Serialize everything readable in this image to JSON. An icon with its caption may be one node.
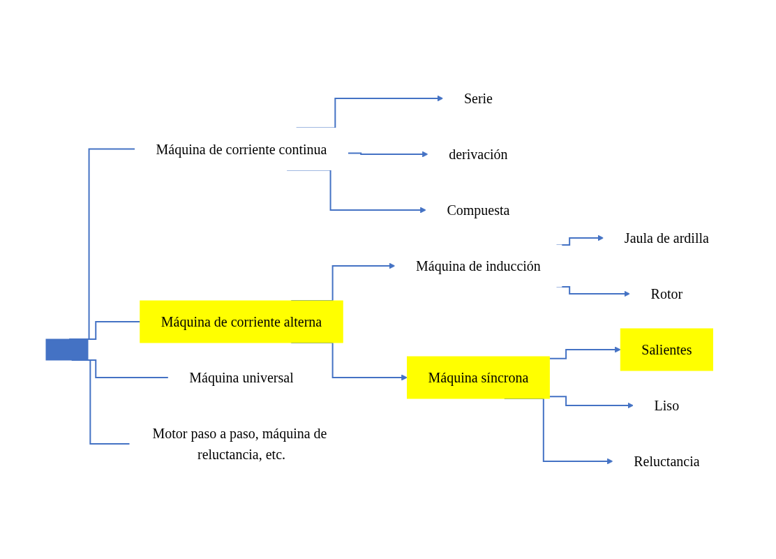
{
  "diagram": {
    "nodes": [
      {
        "text": [],
        "shape": "bar"
      },
      {
        "text": [
          "Máquina de corriente continua"
        ]
      },
      {
        "text": [
          "Serie"
        ]
      },
      {
        "text": [
          "derivación"
        ]
      },
      {
        "text": [
          "Compuesta"
        ]
      },
      {
        "text": [
          "Máquina de corriente alterna"
        ]
      },
      {
        "text": [
          "Máquina de inducción"
        ]
      },
      {
        "text": [
          "Jaula de ardilla"
        ]
      },
      {
        "text": [
          "Rotor"
        ]
      },
      {
        "text": [
          "Máquina síncrona"
        ]
      },
      {
        "text": [
          "Salientes"
        ]
      },
      {
        "text": [
          "Liso"
        ]
      },
      {
        "text": [
          "Reluctancia"
        ]
      },
      {
        "text": [
          "Máquina universal"
        ]
      },
      {
        "text": [
          "Motor paso a paso, máquina de reluctancia, etc."
        ]
      }
    ],
    "edges": [
      {
        "from": 0,
        "to": 1,
        "arrow": "none"
      },
      {
        "from": 1,
        "to": 2,
        "arrow": "to"
      },
      {
        "from": 1,
        "to": 3,
        "arrow": "to"
      },
      {
        "from": 1,
        "to": 4,
        "arrow": "to"
      },
      {
        "from": 0,
        "to": 5,
        "arrow": "none"
      },
      {
        "from": 5,
        "to": 6,
        "arrow": "to"
      },
      {
        "from": 6,
        "to": 7,
        "arrow": "to"
      },
      {
        "from": 6,
        "to": 8,
        "arrow": "to"
      },
      {
        "from": 5,
        "to": 9,
        "arrow": "to"
      },
      {
        "from": 9,
        "to": 10,
        "arrow": "to"
      },
      {
        "from": 9,
        "to": 11,
        "arrow": "to"
      },
      {
        "from": 9,
        "to": 12,
        "arrow": "to"
      },
      {
        "from": 0,
        "to": 13,
        "arrow": "none"
      },
      {
        "from": 0,
        "to": 14,
        "arrow": "none"
      }
    ]
  }
}
